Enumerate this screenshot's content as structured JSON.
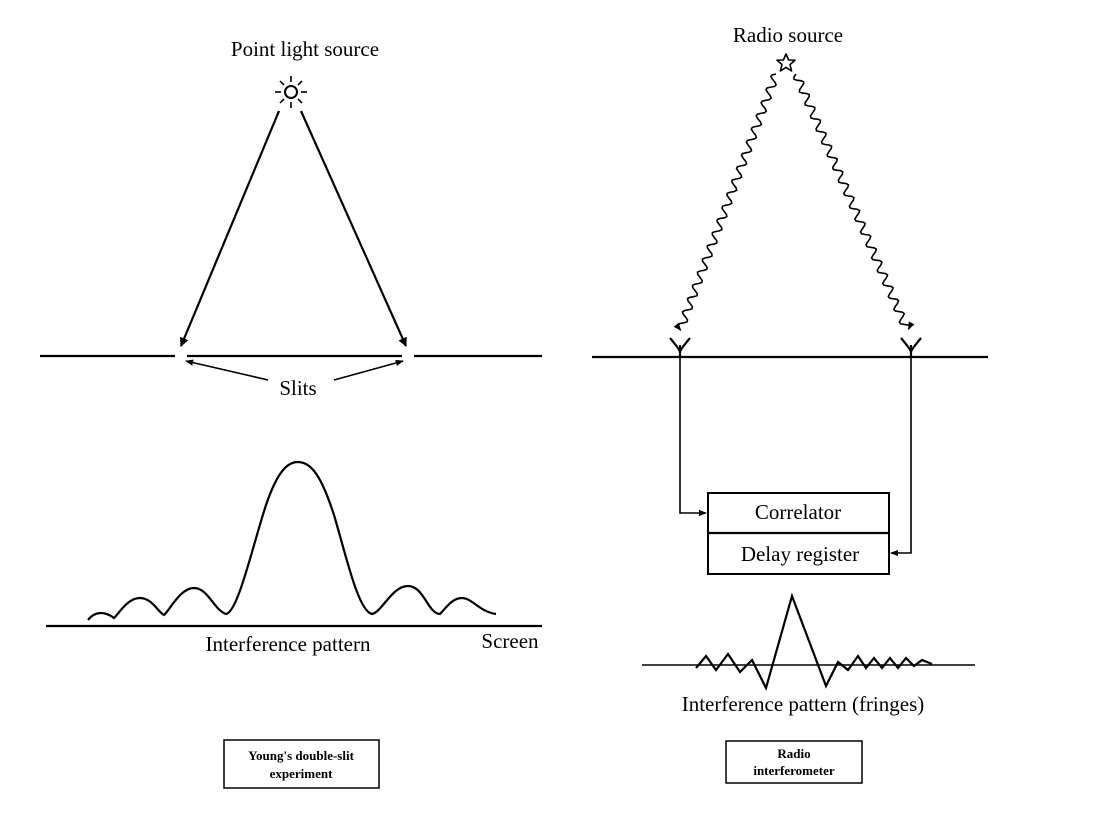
{
  "young": {
    "source_label": "Point light source",
    "slits_label": "Slits",
    "pattern_label": "Interference pattern",
    "screen_label": "Screen",
    "caption_line1": "Young's double-slit",
    "caption_line2": "experiment"
  },
  "radio": {
    "source_label": "Radio source",
    "correlator_label": "Correlator",
    "delay_label": "Delay register",
    "pattern_label": "Interference pattern (fringes)",
    "caption_line1": "Radio",
    "caption_line2": "interferometer"
  },
  "icons": {
    "light_source": "sun-icon",
    "radio_source": "star-icon",
    "antenna": "antenna-icon"
  }
}
